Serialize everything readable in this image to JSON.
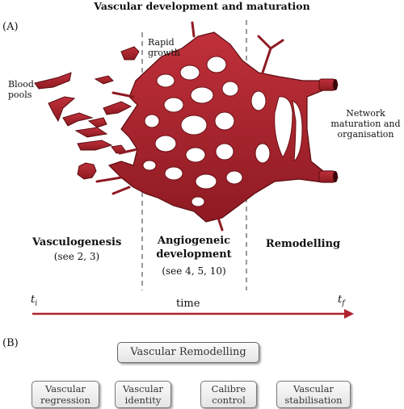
{
  "title": "Vascular development and maturation",
  "panel_a": {
    "label": "(A)",
    "blood_pools": "Blood pools",
    "rapid_growth": "Rapid growth",
    "network_maturation": "Network maturation and organisation",
    "stages": {
      "vasculogenesis": {
        "name": "Vasculogenesis",
        "ref": "(see 2, 3)"
      },
      "angiogeneic": {
        "name": "Angiogeneic development",
        "ref": "(see 4, 5, 10)"
      },
      "remodelling": {
        "name": "Remodelling"
      }
    },
    "timeline": {
      "start": "t",
      "start_sub": "i",
      "label": "time",
      "end": "t",
      "end_sub": "f"
    },
    "colors": {
      "vessel": "#b0222c",
      "vessel_dark": "#7a1218",
      "arrow": "#b0222c"
    }
  },
  "panel_b": {
    "label": "(B)",
    "root": "Vascular Remodelling",
    "children": [
      "Vascular regression",
      "Vascular identity",
      "Calibre control",
      "Vascular stabilisation"
    ]
  }
}
